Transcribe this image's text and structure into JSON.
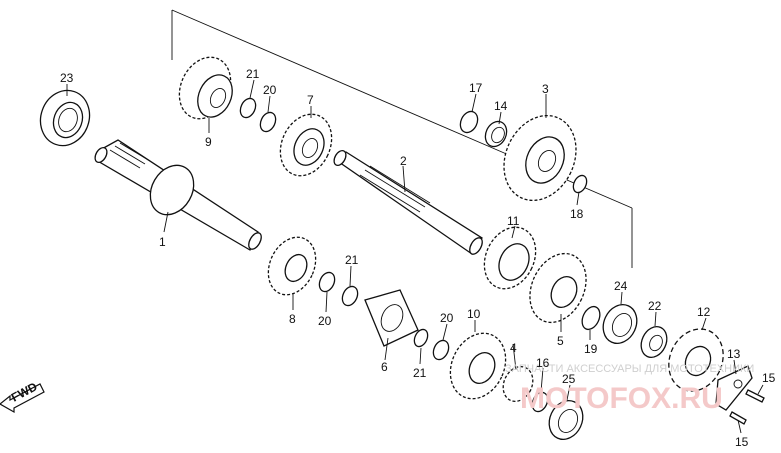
{
  "callouts": [
    {
      "id": "c1",
      "text": "1"
    },
    {
      "id": "c2",
      "text": "2"
    },
    {
      "id": "c3",
      "text": "3"
    },
    {
      "id": "c4",
      "text": "4"
    },
    {
      "id": "c5",
      "text": "5"
    },
    {
      "id": "c6",
      "text": "6"
    },
    {
      "id": "c7",
      "text": "7"
    },
    {
      "id": "c8",
      "text": "8"
    },
    {
      "id": "c9",
      "text": "9"
    },
    {
      "id": "c10",
      "text": "10"
    },
    {
      "id": "c11",
      "text": "11"
    },
    {
      "id": "c12",
      "text": "12"
    },
    {
      "id": "c13",
      "text": "13"
    },
    {
      "id": "c14",
      "text": "14"
    },
    {
      "id": "c15a",
      "text": "15"
    },
    {
      "id": "c15b",
      "text": "15"
    },
    {
      "id": "c16",
      "text": "16"
    },
    {
      "id": "c17",
      "text": "17"
    },
    {
      "id": "c18",
      "text": "18"
    },
    {
      "id": "c19",
      "text": "19"
    },
    {
      "id": "c20a",
      "text": "20"
    },
    {
      "id": "c20b",
      "text": "20"
    },
    {
      "id": "c20c",
      "text": "20"
    },
    {
      "id": "c21a",
      "text": "21"
    },
    {
      "id": "c21b",
      "text": "21"
    },
    {
      "id": "c21c",
      "text": "21"
    },
    {
      "id": "c22",
      "text": "22"
    },
    {
      "id": "c23",
      "text": "23"
    },
    {
      "id": "c24",
      "text": "24"
    },
    {
      "id": "c25",
      "text": "25"
    }
  ],
  "direction_label": "FWD",
  "watermark": {
    "top_text": "ЗАПЧАСТИ АКСЕССУАРЫ ДЛЯ МОТОТЕХНИКИ",
    "brand_text": "MOTOFOX.RU"
  }
}
